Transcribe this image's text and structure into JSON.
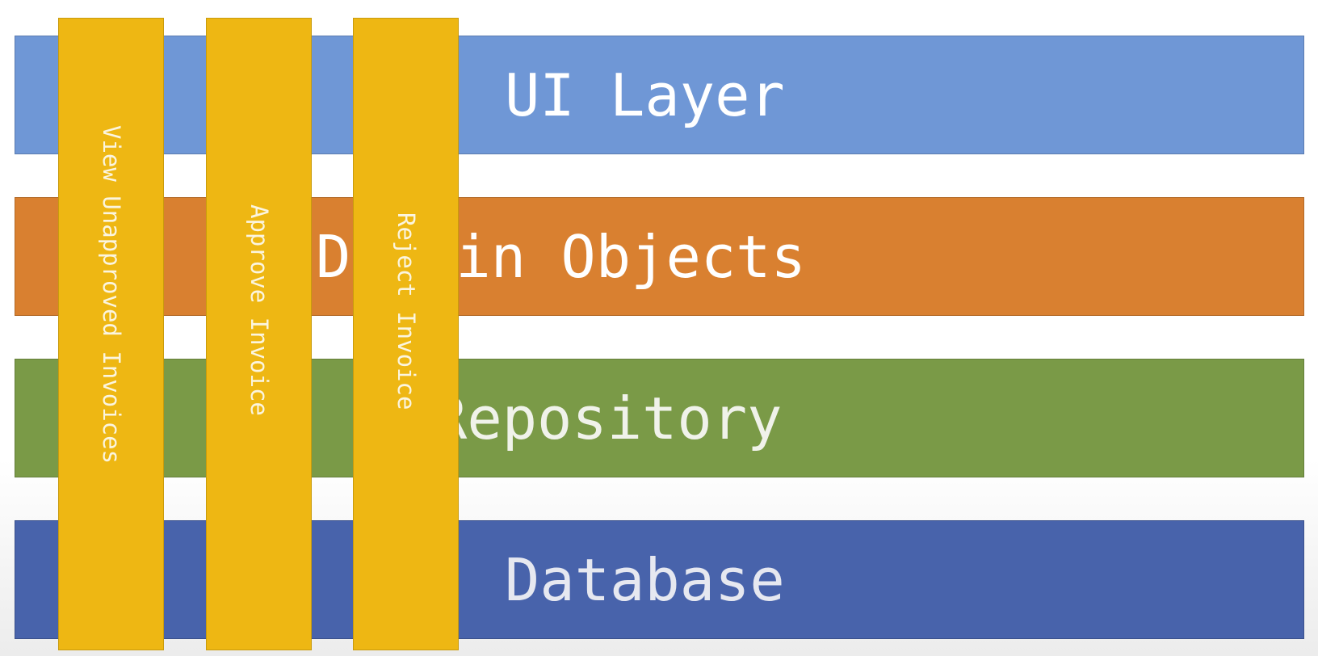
{
  "layers": [
    {
      "label": "UI Layer",
      "color": "#6f97d6"
    },
    {
      "label": "Domain Objects",
      "color": "#d98030"
    },
    {
      "label": "Repository",
      "color": "#7a9a47"
    },
    {
      "label": "Database",
      "color": "#4863ab"
    }
  ],
  "features": [
    {
      "label": "View Unapproved Invoices",
      "color": "#eeb713"
    },
    {
      "label": "Approve Invoice",
      "color": "#eeb713"
    },
    {
      "label": "Reject Invoice",
      "color": "#eeb713"
    }
  ]
}
